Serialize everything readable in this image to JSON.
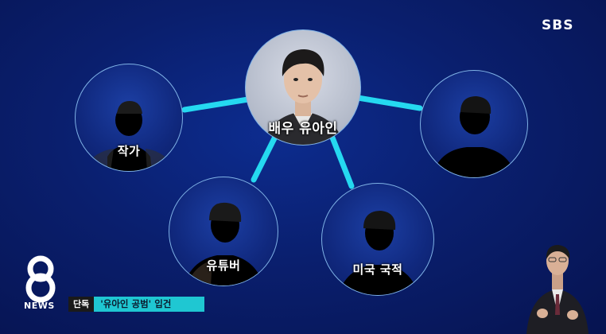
{
  "broadcaster": {
    "logo": "SBS",
    "program_digit": "8",
    "program_word": "NEWS"
  },
  "network_nodes": {
    "center": {
      "label": "배우 유아인"
    },
    "upper_left": {
      "label": "작가"
    },
    "upper_right": {
      "label": ""
    },
    "lower_left": {
      "label": "유튜버"
    },
    "lower_right": {
      "label": "미국 국적"
    }
  },
  "ticker": {
    "tag": "단독",
    "headline": "'유아인 공범' 입건"
  },
  "colors": {
    "link_line": "#25d9f0",
    "node_border": "#7fb2e6",
    "background": "#0a1f6e",
    "ticker_accent": "#1fc7d2"
  },
  "icons": [
    "person-silhouette-icon",
    "sign-language-interpreter"
  ]
}
